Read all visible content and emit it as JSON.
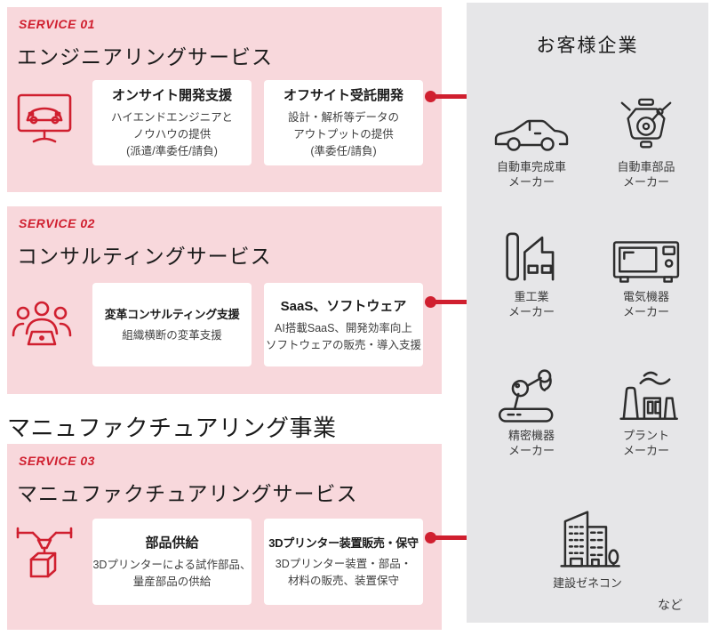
{
  "colors": {
    "accent": "#d01f2f",
    "pink": "#f8d8dc",
    "panel": "#e6e6e8"
  },
  "business_heading": "マニュファクチュアリング事業",
  "sections": [
    {
      "service": "SERVICE 01",
      "title": "エンジニアリングサービス",
      "icon": "car-on-monitor-icon",
      "cards": [
        {
          "title": "オンサイト開発支援",
          "lines": [
            "ハイエンドエンジニアと",
            "ノウハウの提供",
            "(派遣/準委任/請負)"
          ]
        },
        {
          "title": "オフサイト受託開発",
          "lines": [
            "設計・解析等データの",
            "アウトプットの提供",
            "(準委任/請負)"
          ]
        }
      ]
    },
    {
      "service": "SERVICE 02",
      "title": "コンサルティングサービス",
      "icon": "team-laptop-icon",
      "cards": [
        {
          "title": "変革コンサルティング支援",
          "lines": [
            "組織横断の変革支援"
          ]
        },
        {
          "title": "SaaS、ソフトウェア",
          "lines": [
            "AI搭載SaaS、開発効率向上",
            "ソフトウェアの販売・導入支援"
          ]
        }
      ]
    },
    {
      "service": "SERVICE 03",
      "title": "マニュファクチュアリングサービス",
      "icon": "3d-printer-icon",
      "cards": [
        {
          "title": "部品供給",
          "lines": [
            "3Dプリンターによる試作部品、",
            "量産部品の供給"
          ]
        },
        {
          "title": "3Dプリンター装置販売・保守",
          "lines": [
            "3Dプリンター装置・部品・",
            "材料の販売、装置保守"
          ]
        }
      ]
    }
  ],
  "customers": {
    "title": "お客様企業",
    "items": [
      {
        "icon": "car-icon",
        "lines": [
          "自動車完成車",
          "メーカー"
        ]
      },
      {
        "icon": "engine-icon",
        "lines": [
          "自動車部品",
          "メーカー"
        ]
      },
      {
        "icon": "factory-icon",
        "lines": [
          "重工業",
          "メーカー"
        ]
      },
      {
        "icon": "microwave-icon",
        "lines": [
          "電気機器",
          "メーカー"
        ]
      },
      {
        "icon": "robot-arm-icon",
        "lines": [
          "精密機器",
          "メーカー"
        ]
      },
      {
        "icon": "plant-icon",
        "lines": [
          "プラント",
          "メーカー"
        ]
      },
      {
        "icon": "buildings-icon",
        "lines": [
          "建設ゼネコン"
        ]
      }
    ],
    "footer": "など"
  }
}
